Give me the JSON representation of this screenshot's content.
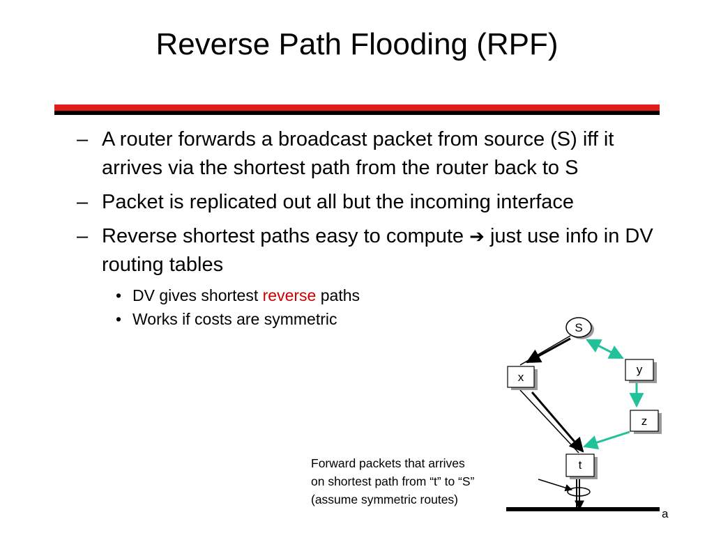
{
  "title": "Reverse Path Flooding (RPF)",
  "colors": {
    "rule_red": "#e31a1a",
    "rule_black": "#000000",
    "highlight": "#cc0000",
    "green_path": "#21c29a",
    "node_shadow": "#9a9a9a"
  },
  "bullets": [
    {
      "dash": "–",
      "text": "A router forwards a broadcast packet from source (S) iff it arrives via the shortest path from the router back to S"
    },
    {
      "dash": "–",
      "text": "Packet is replicated out all but the incoming interface"
    },
    {
      "dash": "–",
      "text_before": "Reverse shortest paths easy to compute",
      "arrow": "➔",
      "text_after": "just use info in DV routing tables"
    }
  ],
  "subbullets": [
    {
      "dot": "•",
      "before": "DV gives shortest ",
      "highlight": "reverse",
      "after": " paths"
    },
    {
      "dot": "•",
      "text": "Works if costs are symmetric"
    }
  ],
  "diagram": {
    "nodes": {
      "s": "S",
      "x": "x",
      "y": "y",
      "z": "z",
      "t": "t"
    },
    "caption_lines": [
      "Forward packets that arrives",
      "on shortest path from “t” to “S”",
      "(assume symmetric routes)"
    ],
    "lan_label": "a"
  }
}
